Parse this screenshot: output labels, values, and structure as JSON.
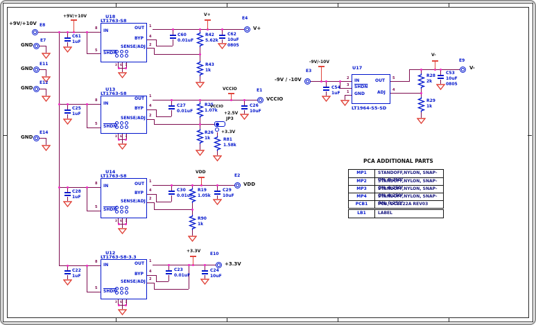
{
  "palette": {
    "wire": "#7d0b4e",
    "component_blue": "#0014cc",
    "symbol_red": "#e0443a",
    "junction_magenta": "#f020c0",
    "text_black": "#111111",
    "table_navy": "#16167e"
  },
  "terminals": [
    {
      "id": "E8",
      "net": "+9V/+10V"
    },
    {
      "id": "E7",
      "net": "GND"
    },
    {
      "id": "E11",
      "net": "GND"
    },
    {
      "id": "E12",
      "net": "GND"
    },
    {
      "id": "E14",
      "net": "GND"
    },
    {
      "id": "E4",
      "net": "V+"
    },
    {
      "id": "E1",
      "net": "VCCIO"
    },
    {
      "id": "E2",
      "net": "VDD"
    },
    {
      "id": "E10",
      "net": "+3.3V"
    },
    {
      "id": "E3",
      "net": "-9V / -10V"
    },
    {
      "id": "E9",
      "net": "V-"
    }
  ],
  "flags": {
    "pos_input": "+9V/+10V",
    "v_plus": "V+",
    "vccio": "VCCIO",
    "vdd": "VDD",
    "p3v3": "+3.3V",
    "neg_input": "-9V/-10V",
    "v_minus": "V-"
  },
  "regulators": [
    {
      "ref": "U18",
      "part": "LT1763-S8",
      "pin_in": "IN",
      "pin_shdn": "SHDN",
      "pin_out": "OUT",
      "pin_byp": "BYP",
      "pin_sense": "SENSE/ADJ",
      "num_in": "8",
      "num_shdn": "5",
      "num_out": "1",
      "num_byp": "4",
      "num_sense": "2",
      "gnd_nums": "3 6 7"
    },
    {
      "ref": "U13",
      "part": "LT1763-S8",
      "pin_in": "IN",
      "pin_shdn": "SHDN",
      "pin_out": "OUT",
      "pin_byp": "BYP",
      "pin_sense": "SENSE/ADJ",
      "num_in": "8",
      "num_shdn": "5",
      "num_out": "1",
      "num_byp": "4",
      "num_sense": "2",
      "gnd_nums": "3 6 7"
    },
    {
      "ref": "U14",
      "part": "LT1763-S8",
      "pin_in": "IN",
      "pin_shdn": "SHDN",
      "pin_out": "OUT",
      "pin_byp": "BYP",
      "pin_sense": "SENSE/ADJ",
      "num_in": "8",
      "num_shdn": "5",
      "num_out": "1",
      "num_byp": "4",
      "num_sense": "2",
      "gnd_nums": "3 6 7"
    },
    {
      "ref": "U12",
      "part": "LT1763-S8-3.3",
      "pin_in": "IN",
      "pin_shdn": "SHDN",
      "pin_out": "OUT",
      "pin_byp": "BYP",
      "pin_sense": "SENSE/ADJ",
      "num_in": "8",
      "num_shdn": "5",
      "num_out": "1",
      "num_byp": "4",
      "num_sense": "2",
      "gnd_nums": "3 6 7"
    }
  ],
  "neg_regulator": {
    "ref": "U17",
    "part": "LT1964-S5-SD",
    "pin_in": "IN",
    "pin_shdn": "SHDN",
    "pin_gnd": "GND",
    "pin_out": "OUT",
    "pin_adj": "ADJ",
    "num_in": "2",
    "num_shdn": "3",
    "num_gnd": "1",
    "num_out": "5",
    "num_adj": "4"
  },
  "jumper": {
    "ref": "JP3",
    "net": "VCCIO",
    "option_top": "+2.5V",
    "option_bottom": "+3.3V"
  },
  "parts": {
    "c61": {
      "ref": "C61",
      "val": "1uF"
    },
    "c60": {
      "ref": "C60",
      "val": "0.01uF"
    },
    "r42": {
      "ref": "R42",
      "val": "5.62k"
    },
    "c62": {
      "ref": "C62",
      "val": "10uF",
      "pkg": "0805"
    },
    "r43": {
      "ref": "R43",
      "val": "1k"
    },
    "c25": {
      "ref": "C25",
      "val": "1uF"
    },
    "c27": {
      "ref": "C27",
      "val": "0.01uF"
    },
    "r25": {
      "ref": "R25",
      "val": "1.07k"
    },
    "r26": {
      "ref": "R26",
      "val": "1k"
    },
    "r81": {
      "ref": "R81",
      "val": "1.58k"
    },
    "c26": {
      "ref": "C26",
      "val": "10uF"
    },
    "c28": {
      "ref": "C28",
      "val": "1uF"
    },
    "c30": {
      "ref": "C30",
      "val": "0.01uF"
    },
    "r19": {
      "ref": "R19",
      "val": "1.05k"
    },
    "r90": {
      "ref": "R90",
      "val": "1k"
    },
    "c29": {
      "ref": "C29",
      "val": "10uF"
    },
    "c22": {
      "ref": "C22",
      "val": "1uF"
    },
    "c23": {
      "ref": "C23",
      "val": "0.01uF"
    },
    "c24": {
      "ref": "C24",
      "val": "10uF"
    },
    "c54": {
      "ref": "C54",
      "val": "1uF"
    },
    "r28": {
      "ref": "R28",
      "val": "2k"
    },
    "r29": {
      "ref": "R29",
      "val": "1k"
    },
    "c53": {
      "ref": "C53",
      "val": "10uF",
      "pkg": "0805"
    }
  },
  "table": {
    "title": "PCA ADDITIONAL PARTS",
    "rows": [
      {
        "ref": "MP1",
        "desc": "STANDOFF,NYLON, SNAP-ON, 0.250\""
      },
      {
        "ref": "MP2",
        "desc": "STANDOFF,NYLON, SNAP-ON, 0.250\""
      },
      {
        "ref": "MP3",
        "desc": "STANDOFF,NYLON, SNAP-ON, 0.250\""
      },
      {
        "ref": "MP4",
        "desc": "STANDOFF,NYLON, SNAP-ON, 0.250\""
      },
      {
        "ref": "PCB1",
        "desc": "PCB, DC2222A REV03"
      },
      {
        "ref": "LB1",
        "desc": "LABEL"
      }
    ]
  }
}
